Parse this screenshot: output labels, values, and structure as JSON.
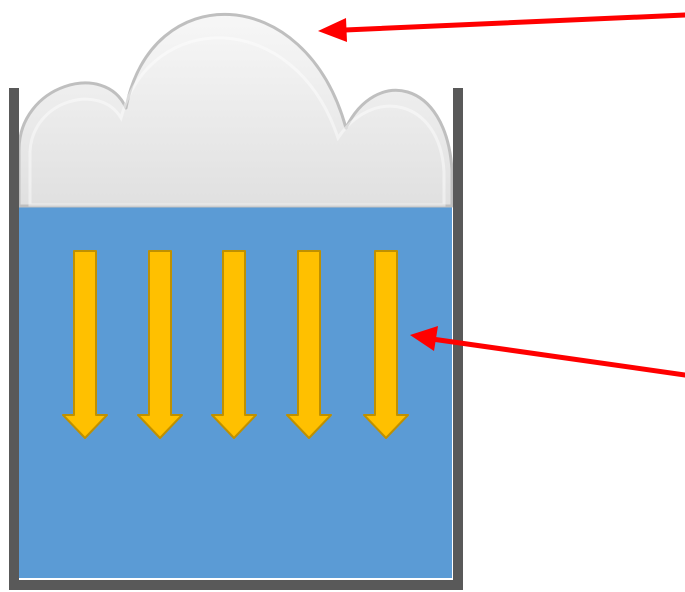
{
  "diagram": {
    "colors": {
      "background": "#ffffff",
      "container_wall": "#595959",
      "liquid": "#5b9bd5",
      "liquid_edge": "#41719c",
      "foam_light": "#f7f7f7",
      "foam_dark": "#e0e0e0",
      "foam_edge": "#bfbfbf",
      "arrow_fill": "#ffc000",
      "arrow_edge": "#bf9000",
      "pointer": "#ff0000"
    },
    "parts": [
      {
        "name": "container",
        "icon": "open-beaker"
      },
      {
        "name": "foam",
        "icon": "cloud"
      },
      {
        "name": "liquid",
        "icon": "filled-rectangle"
      },
      {
        "name": "downward-arrows",
        "icon": "arrow-down",
        "count": 5
      },
      {
        "name": "pointers",
        "icon": "red-arrow",
        "count": 2
      }
    ]
  }
}
